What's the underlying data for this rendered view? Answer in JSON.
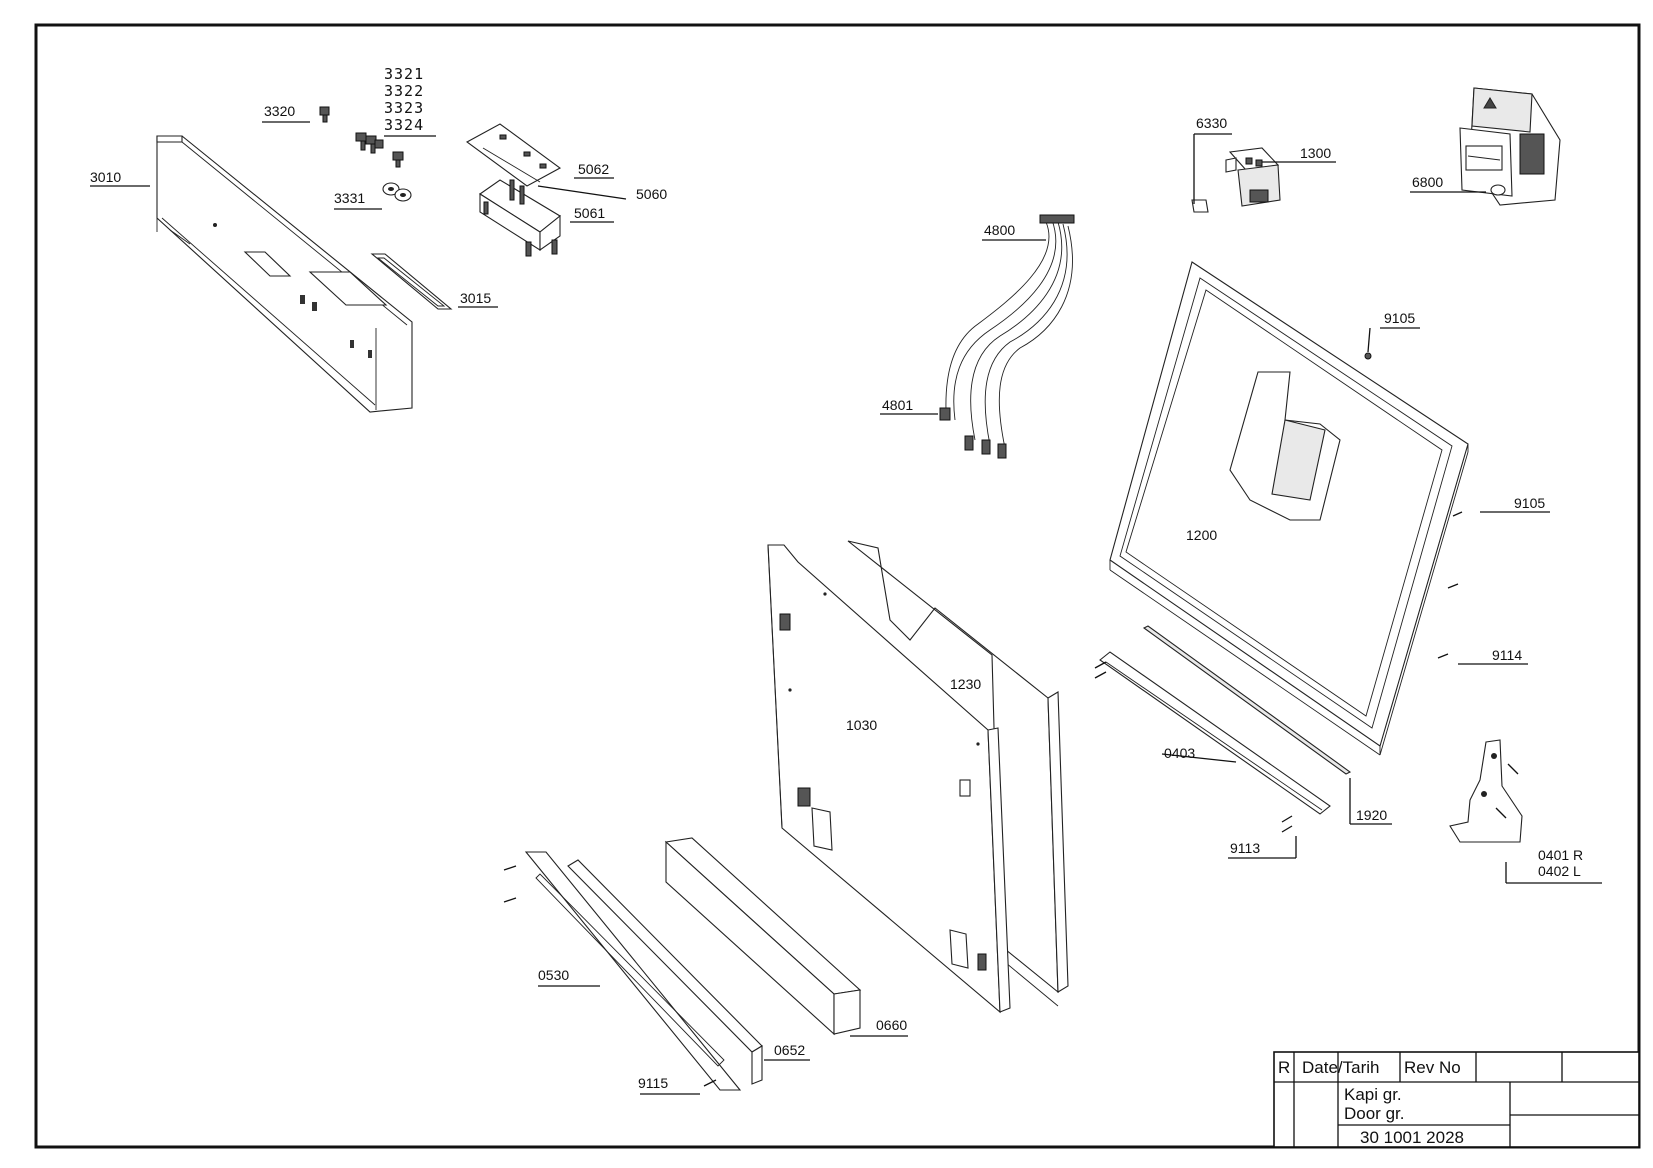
{
  "labels": {
    "p3010": "3010",
    "p3320": "3320",
    "p3321": "3321",
    "p3322": "3322",
    "p3323": "3323",
    "p3324": "3324",
    "p3331": "3331",
    "p3015": "3015",
    "p5062": "5062",
    "p5060": "5060",
    "p5061": "5061",
    "p6330": "6330",
    "p1300": "1300",
    "p6800": "6800",
    "p4800": "4800",
    "p4801": "4801",
    "p9105a": "9105",
    "p9105b": "9105",
    "p1200": "1200",
    "p9114": "9114",
    "p1230": "1230",
    "p1030": "1030",
    "p0403": "0403",
    "p1920": "1920",
    "p9113": "9113",
    "p0401": "0401 R",
    "p0402": "0402 L",
    "p0530": "0530",
    "p0660": "0660",
    "p0652": "0652",
    "p9115": "9115"
  },
  "title_block": {
    "rev_col": "R",
    "date_col": "Date/Tarih",
    "revno_col": "Rev No",
    "title_tr": "Kapi gr.",
    "title_en": "Door gr.",
    "drawing_number": "30 1001 2028"
  }
}
